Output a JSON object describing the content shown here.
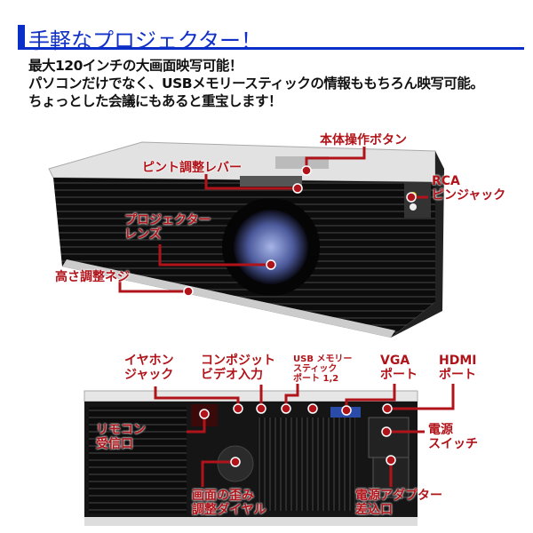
{
  "header": {
    "title": "手軽なプロジェクター！"
  },
  "description": [
    "最大120インチの大画面映写可能！",
    "パソコンだけでなく、USBメモリースティックの情報ももちろん映写可能。",
    "ちょっとした会議にもあると重宝します！"
  ],
  "front_labels": {
    "buttons": "本体操作ボタン",
    "focus_lever": "ピント調整レバー",
    "rca_1": "RCA",
    "rca_2": "ピンジャック",
    "lens_1": "プロジェクター",
    "lens_2": "レンズ",
    "height_screw": "高さ調整ネジ"
  },
  "back_labels": {
    "earphone_1": "イヤホン",
    "earphone_2": "ジャック",
    "composite_1": "コンポジット",
    "composite_2": "ビデオ入力",
    "usb_1": "USB メモリー",
    "usb_2": "スティック",
    "usb_3": "ポート 1,2",
    "vga_1": "VGA",
    "vga_2": "ポート",
    "hdmi_1": "HDMI",
    "hdmi_2": "ポート",
    "remote_1": "リモコン",
    "remote_2": "受信口",
    "power_switch_1": "電源",
    "power_switch_2": "スイッチ",
    "keystone_1": "画面の歪み",
    "keystone_2": "調整ダイヤル",
    "adapter_1": "電源アダプター",
    "adapter_2": "差込口"
  },
  "colors": {
    "accent": "#0a2fc8",
    "label": "#b0141a"
  }
}
